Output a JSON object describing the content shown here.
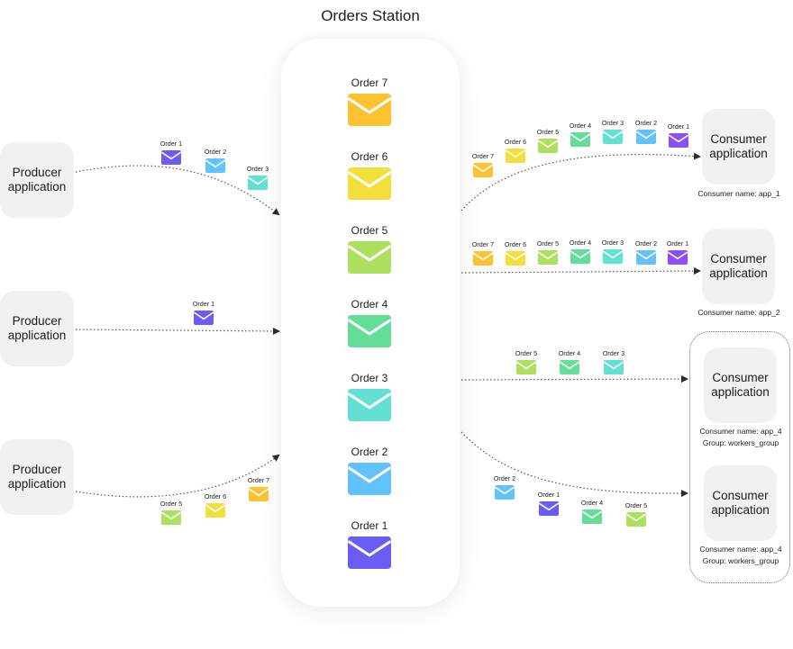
{
  "title": "Orders Station",
  "colors": {
    "order_1": "#6b5cf7",
    "order_2": "#62c3fb",
    "order_3": "#63e0d4",
    "order_4": "#63dd98",
    "order_5": "#aee060",
    "order_6": "#f3df3c",
    "order_7": "#fdc232",
    "order_1_alt": "#8a4ff5"
  },
  "station": {
    "orders": [
      "Order 7",
      "Order 6",
      "Order 5",
      "Order 4",
      "Order 3",
      "Order 2",
      "Order 1"
    ]
  },
  "producers": [
    {
      "line1": "Producer",
      "line2": "application",
      "messages": [
        "Order 1",
        "Order 2",
        "Order 3"
      ]
    },
    {
      "line1": "Producer",
      "line2": "application",
      "messages": [
        "Order 1"
      ]
    },
    {
      "line1": "Producer",
      "line2": "application",
      "messages": [
        "Order 5",
        "Order 6",
        "Order 7"
      ]
    }
  ],
  "consumers": [
    {
      "line1": "Consumer",
      "line2": "application",
      "name_caption": "Consumer name:  app_1",
      "group_caption": null,
      "messages": [
        "Order 7",
        "Order 6",
        "Order 5",
        "Order 4",
        "Order 3",
        "Order 2",
        "Order 1"
      ]
    },
    {
      "line1": "Consumer",
      "line2": "application",
      "name_caption": "Consumer name:  app_2",
      "group_caption": null,
      "messages": [
        "Order 7",
        "Order 6",
        "Order 5",
        "Order 4",
        "Order 3",
        "Order 2",
        "Order 1"
      ]
    },
    {
      "line1": "Consumer",
      "line2": "application",
      "name_caption": "Consumer name:  app_4",
      "group_caption": "Group: workers_group",
      "messages": [
        "Order 5",
        "Order 4",
        "Order 3"
      ]
    },
    {
      "line1": "Consumer",
      "line2": "application",
      "name_caption": "Consumer name:  app_4",
      "group_caption": "Group: workers_group",
      "messages": [
        "Order 2",
        "Order 1",
        "Order 4",
        "Order 5"
      ]
    }
  ]
}
